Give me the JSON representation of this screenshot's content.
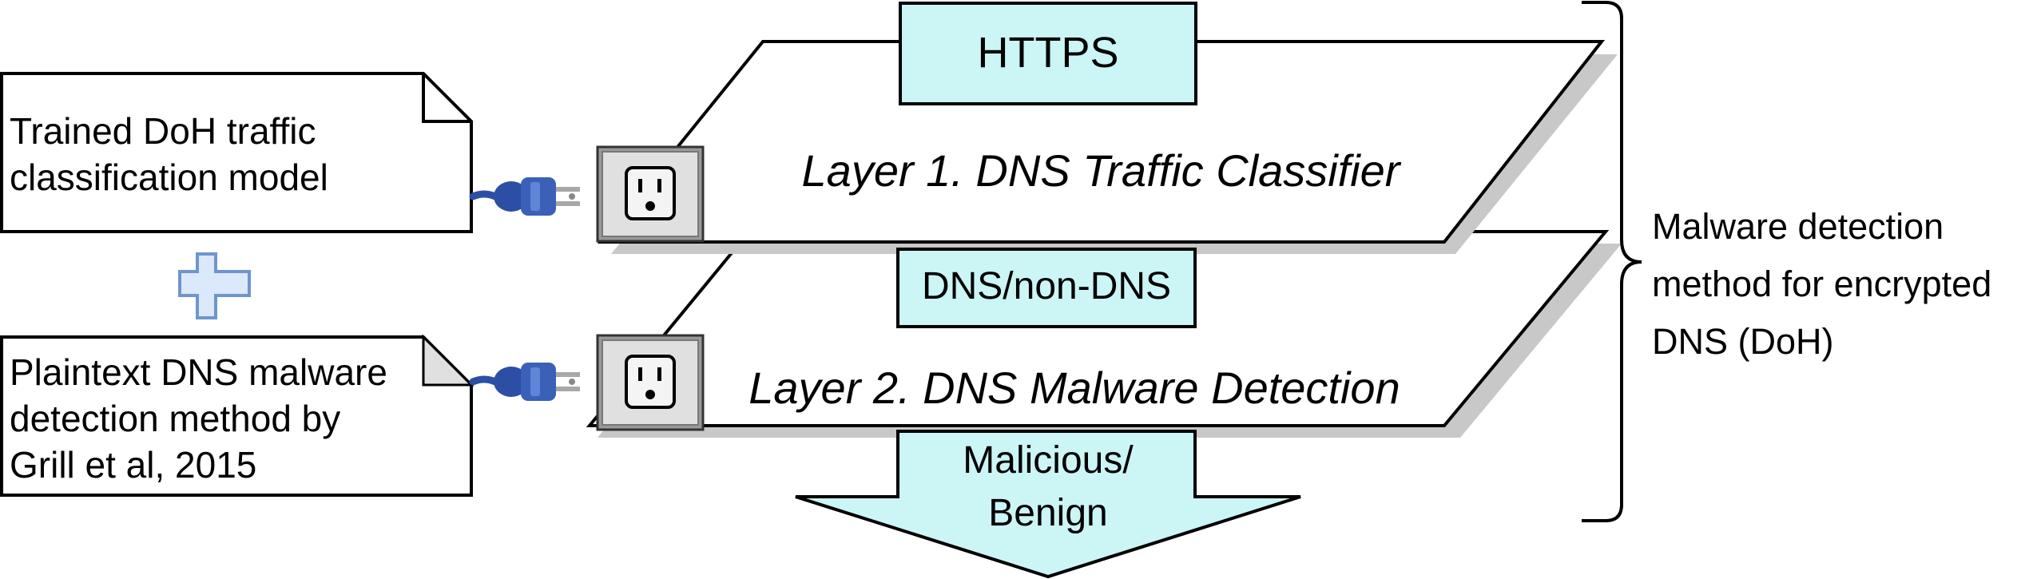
{
  "inputs": {
    "model_note": [
      "Trained DoH traffic",
      "classification model"
    ],
    "method_note": [
      "Plaintext DNS malware",
      "detection method by",
      "Grill et al, 2015"
    ]
  },
  "labels": {
    "https": "HTTPS",
    "layer1": "Layer 1. DNS Traffic Classifier",
    "dns_split": "DNS/non-DNS",
    "layer2": "Layer 2. DNS Malware Detection",
    "output": [
      "Malicious/",
      "Benign"
    ]
  },
  "bracket_label": [
    "Malware detection",
    "method for encrypted",
    "DNS (DoH)"
  ],
  "colors": {
    "accent_fill": "#ccf5f5",
    "plug_blue": "#2c4fa5",
    "plus_fill": "#dce8fb",
    "plus_stroke": "#6f95cc",
    "shadow": "#c8c8c8",
    "socket_face": "#e0e0e0"
  },
  "icons": {
    "plug": "power-plug-icon",
    "socket": "power-outlet-icon",
    "plus": "plus-icon"
  }
}
